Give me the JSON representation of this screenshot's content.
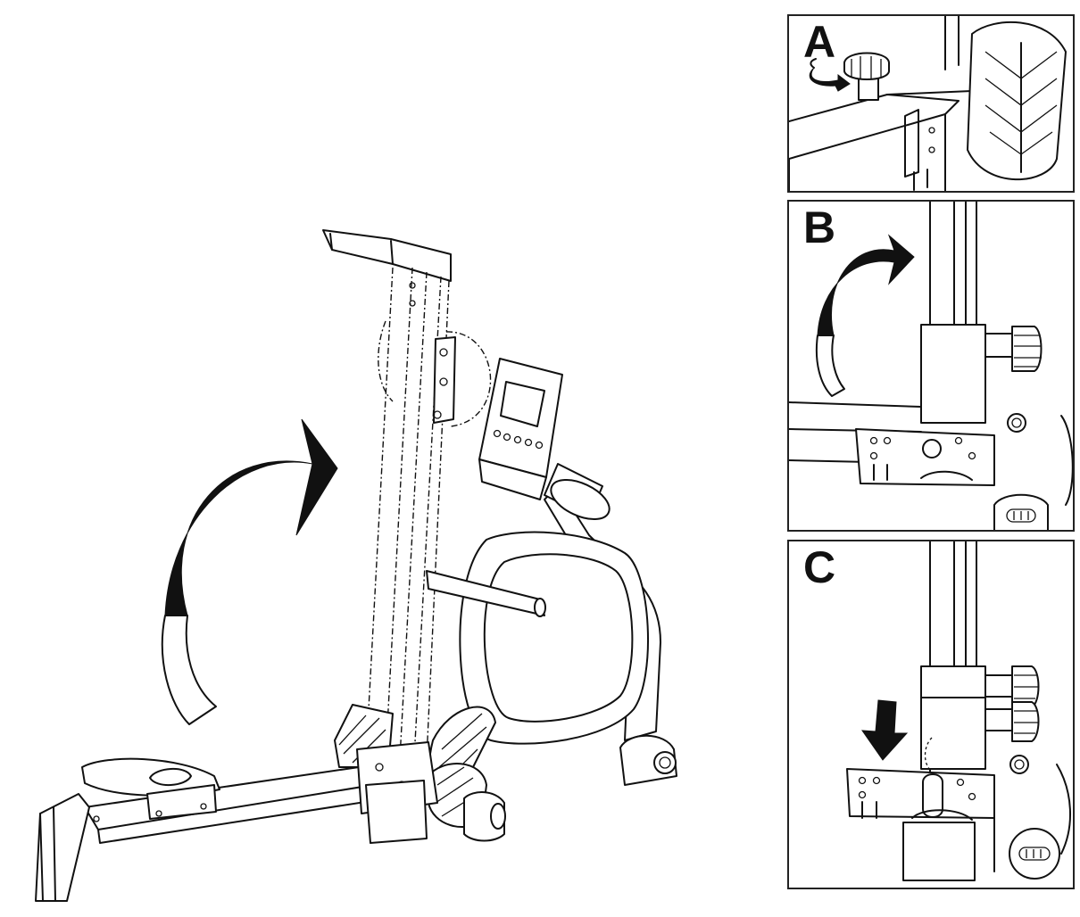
{
  "panels": [
    {
      "label": "A"
    },
    {
      "label": "B"
    },
    {
      "label": "C"
    }
  ],
  "colors": {
    "line": "#111111",
    "background": "#ffffff"
  }
}
